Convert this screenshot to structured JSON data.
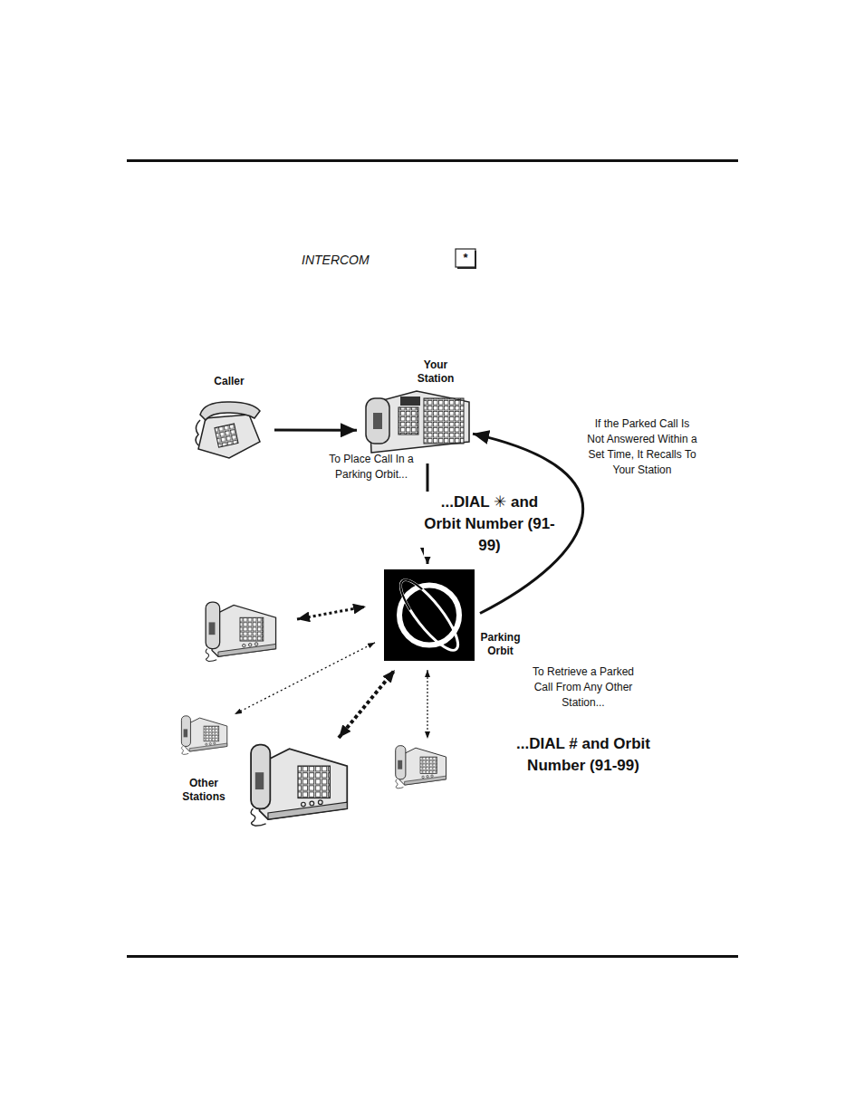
{
  "diagram": {
    "nodes": [
      {
        "text": [
          "Caller"
        ]
      },
      {
        "text": [
          "Your Station"
        ]
      },
      {
        "text": [
          "Parking Orbit"
        ]
      },
      {
        "text": [
          "Other Stations"
        ]
      }
    ],
    "edges": [
      {
        "from": 0,
        "to": 1,
        "arrow": "to"
      },
      {
        "from": 1,
        "to": 2,
        "label": "...DIAL ✳ and Orbit Number (91-99)",
        "arrow": "to"
      },
      {
        "from": 2,
        "to": 1,
        "label": "If the Parked Call Is Not Answered Within a Set Time, It Recalls To Your Station",
        "arrow": "to"
      },
      {
        "from": 2,
        "to": 3,
        "arrow": "both"
      }
    ],
    "labels": [
      "INTERCOM",
      "*",
      "To Place Call In a Parking Orbit...",
      "To Retrieve a Parked Call From Any Other Station...",
      "...DIAL # and Orbit Number (91-99)"
    ]
  }
}
